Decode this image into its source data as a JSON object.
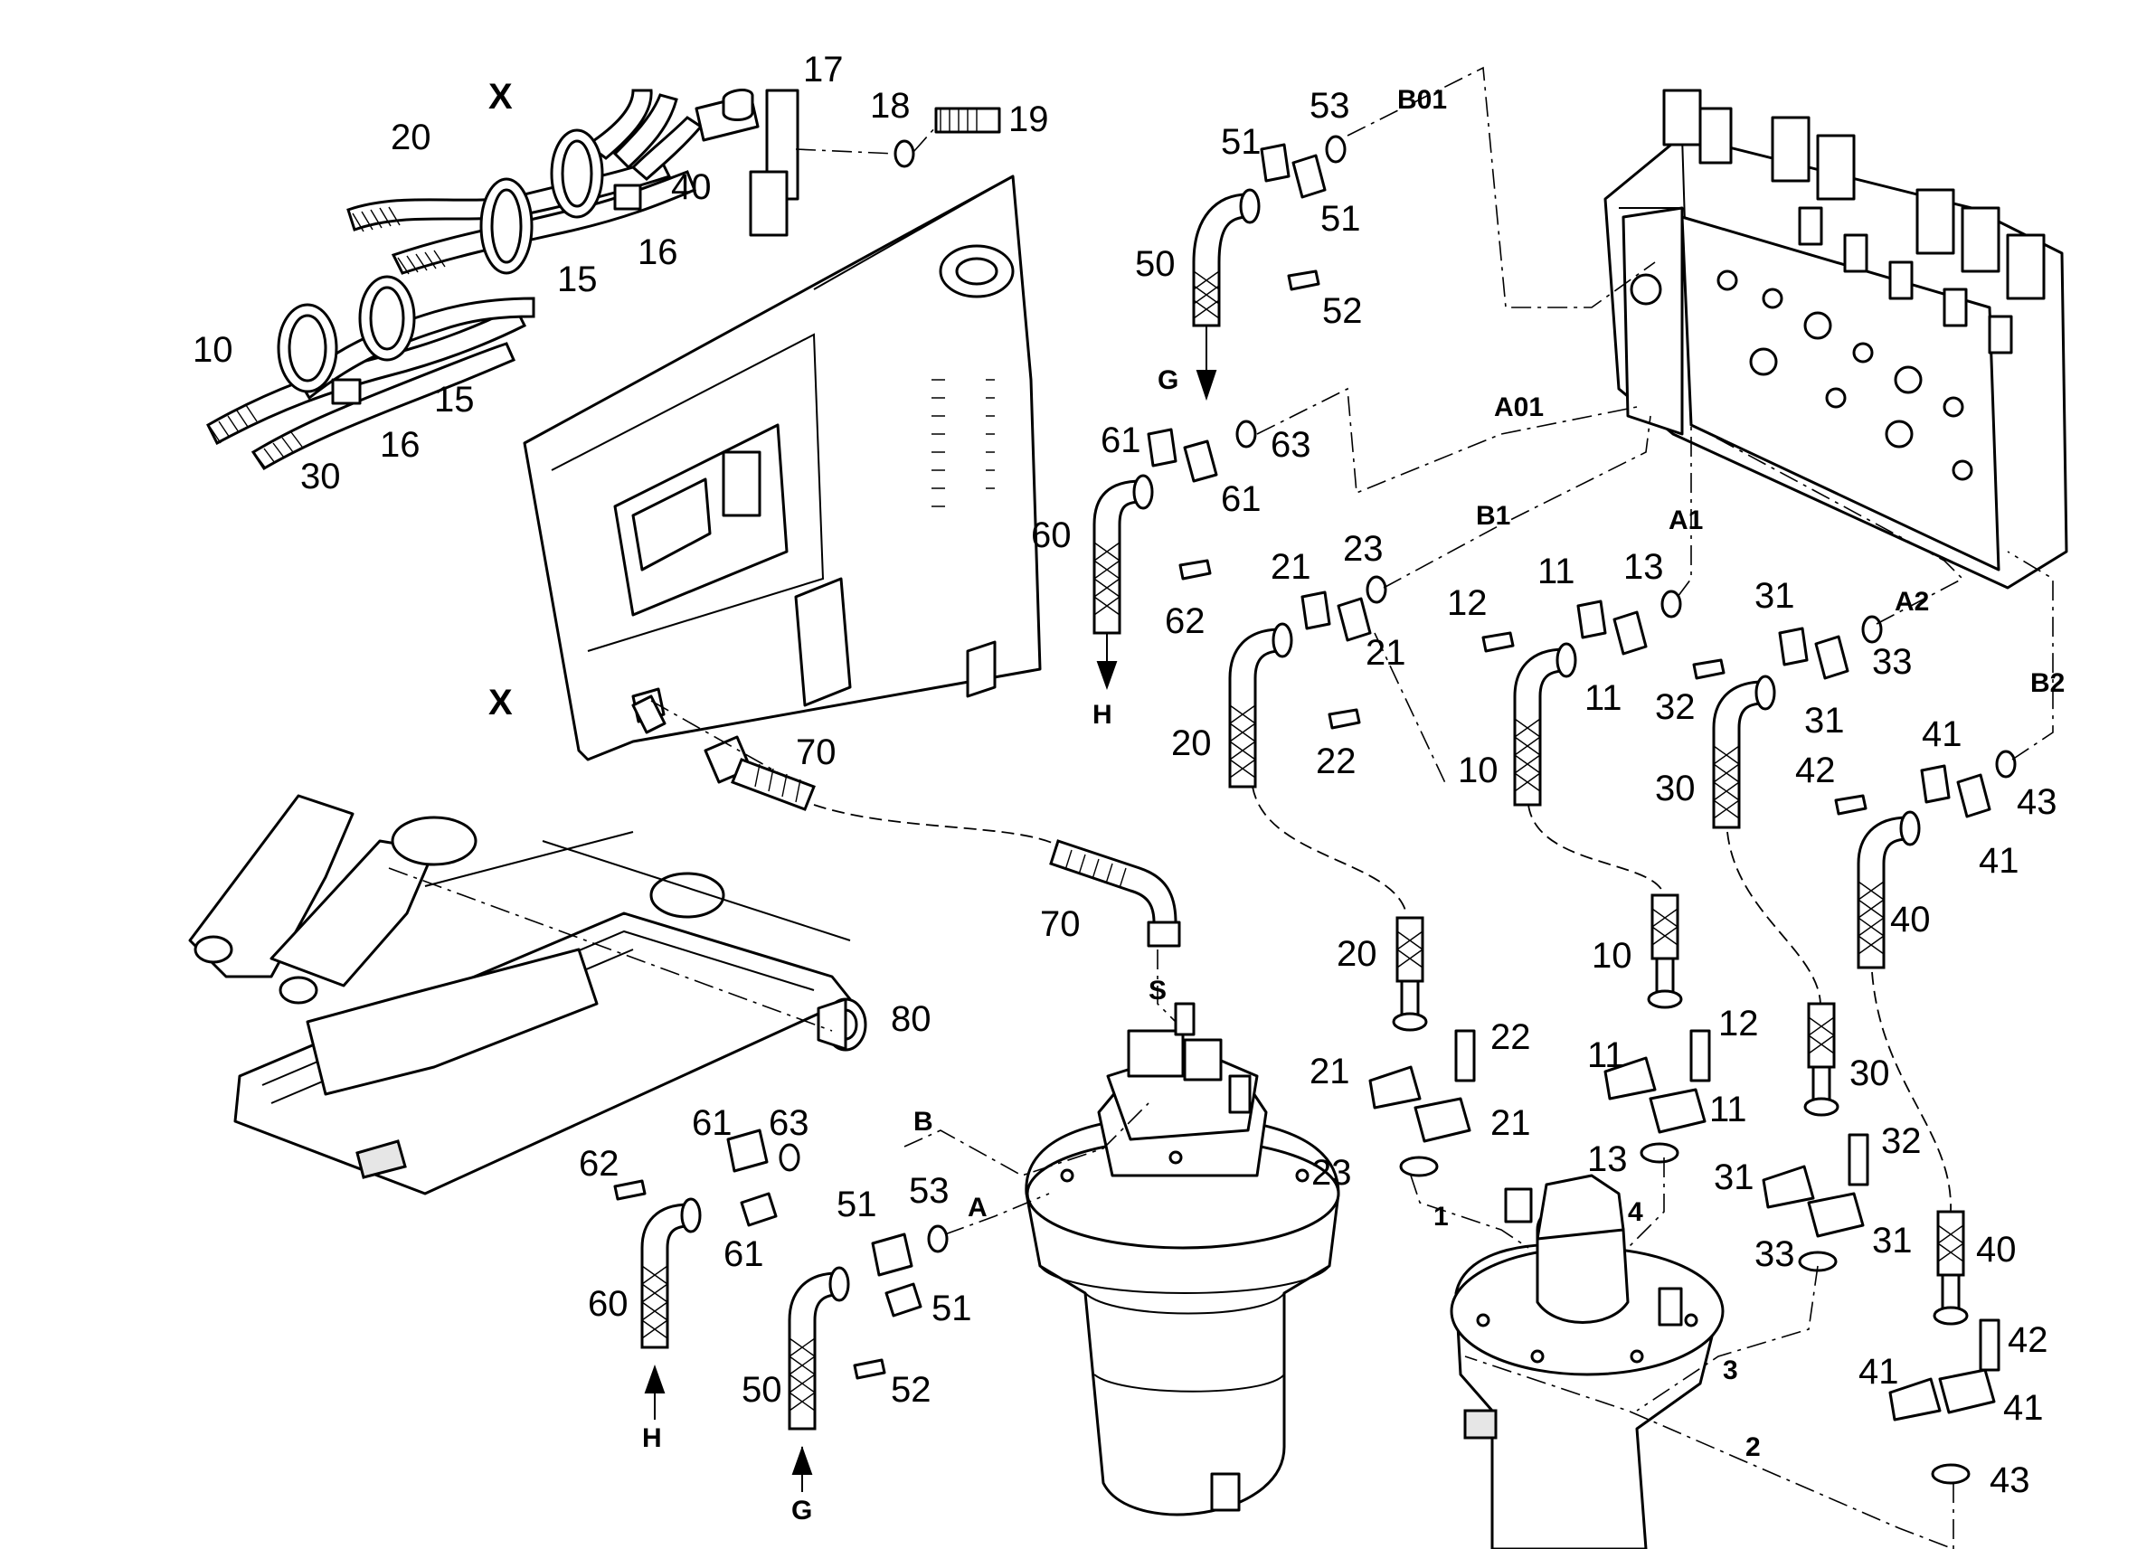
{
  "labels": [
    {
      "id": "x-top",
      "text": "X"
    },
    {
      "id": "x-mid",
      "text": "X"
    },
    {
      "id": "p17",
      "text": "17"
    },
    {
      "id": "p18",
      "text": "18"
    },
    {
      "id": "p19",
      "text": "19"
    },
    {
      "id": "p20a",
      "text": "20"
    },
    {
      "id": "p40a",
      "text": "40"
    },
    {
      "id": "p15a",
      "text": "15"
    },
    {
      "id": "p16a",
      "text": "16"
    },
    {
      "id": "p10a",
      "text": "10"
    },
    {
      "id": "p15b",
      "text": "15"
    },
    {
      "id": "p16b",
      "text": "16"
    },
    {
      "id": "p30a",
      "text": "30"
    },
    {
      "id": "p53a",
      "text": "53"
    },
    {
      "id": "p51a",
      "text": "51"
    },
    {
      "id": "p51b",
      "text": "51"
    },
    {
      "id": "p50a",
      "text": "50"
    },
    {
      "id": "p52a",
      "text": "52"
    },
    {
      "id": "p61a",
      "text": "61"
    },
    {
      "id": "p63a",
      "text": "63"
    },
    {
      "id": "p61b",
      "text": "61"
    },
    {
      "id": "p60a",
      "text": "60"
    },
    {
      "id": "p62a",
      "text": "62"
    },
    {
      "id": "p21a",
      "text": "21"
    },
    {
      "id": "p23a",
      "text": "23"
    },
    {
      "id": "p21b",
      "text": "21"
    },
    {
      "id": "p20b",
      "text": "20"
    },
    {
      "id": "p22a",
      "text": "22"
    },
    {
      "id": "p11a",
      "text": "11"
    },
    {
      "id": "p13a",
      "text": "13"
    },
    {
      "id": "p12a",
      "text": "12"
    },
    {
      "id": "p11b",
      "text": "11"
    },
    {
      "id": "p10b",
      "text": "10"
    },
    {
      "id": "p31a",
      "text": "31"
    },
    {
      "id": "p33a",
      "text": "33"
    },
    {
      "id": "p32a",
      "text": "32"
    },
    {
      "id": "p31b",
      "text": "31"
    },
    {
      "id": "p30b",
      "text": "30"
    },
    {
      "id": "p41a",
      "text": "41"
    },
    {
      "id": "p42a",
      "text": "42"
    },
    {
      "id": "p43a",
      "text": "43"
    },
    {
      "id": "p41b",
      "text": "41"
    },
    {
      "id": "p40b",
      "text": "40"
    },
    {
      "id": "p70a",
      "text": "70"
    },
    {
      "id": "p70b",
      "text": "70"
    },
    {
      "id": "p80a",
      "text": "80"
    },
    {
      "id": "p20c",
      "text": "20"
    },
    {
      "id": "p22b",
      "text": "22"
    },
    {
      "id": "p21c",
      "text": "21"
    },
    {
      "id": "p21d",
      "text": "21"
    },
    {
      "id": "p23b",
      "text": "23"
    },
    {
      "id": "p10c",
      "text": "10"
    },
    {
      "id": "p12b",
      "text": "12"
    },
    {
      "id": "p11c",
      "text": "11"
    },
    {
      "id": "p11d",
      "text": "11"
    },
    {
      "id": "p13b",
      "text": "13"
    },
    {
      "id": "p30c",
      "text": "30"
    },
    {
      "id": "p32b",
      "text": "32"
    },
    {
      "id": "p31c",
      "text": "31"
    },
    {
      "id": "p31d",
      "text": "31"
    },
    {
      "id": "p33b",
      "text": "33"
    },
    {
      "id": "p40c",
      "text": "40"
    },
    {
      "id": "p42b",
      "text": "42"
    },
    {
      "id": "p41c",
      "text": "41"
    },
    {
      "id": "p41d",
      "text": "41"
    },
    {
      "id": "p43b",
      "text": "43"
    },
    {
      "id": "p61c",
      "text": "61"
    },
    {
      "id": "p63b",
      "text": "63"
    },
    {
      "id": "p62b",
      "text": "62"
    },
    {
      "id": "p61d",
      "text": "61"
    },
    {
      "id": "p60b",
      "text": "60"
    },
    {
      "id": "p51c",
      "text": "51"
    },
    {
      "id": "p53b",
      "text": "53"
    },
    {
      "id": "p51d",
      "text": "51"
    },
    {
      "id": "p50b",
      "text": "50"
    },
    {
      "id": "p52b",
      "text": "52"
    }
  ],
  "port_labels": [
    {
      "id": "B01",
      "text": "B01"
    },
    {
      "id": "A01",
      "text": "A01"
    },
    {
      "id": "B1",
      "text": "B1"
    },
    {
      "id": "A1",
      "text": "A1"
    },
    {
      "id": "A2",
      "text": "A2"
    },
    {
      "id": "B2",
      "text": "B2"
    },
    {
      "id": "S",
      "text": "S"
    },
    {
      "id": "B",
      "text": "B"
    },
    {
      "id": "A",
      "text": "A"
    },
    {
      "id": "n1",
      "text": "1"
    },
    {
      "id": "n2",
      "text": "2"
    },
    {
      "id": "n3",
      "text": "3"
    },
    {
      "id": "n4",
      "text": "4"
    },
    {
      "id": "G1",
      "text": "G"
    },
    {
      "id": "H1",
      "text": "H"
    },
    {
      "id": "H2",
      "text": "H"
    },
    {
      "id": "G2",
      "text": "G"
    }
  ]
}
